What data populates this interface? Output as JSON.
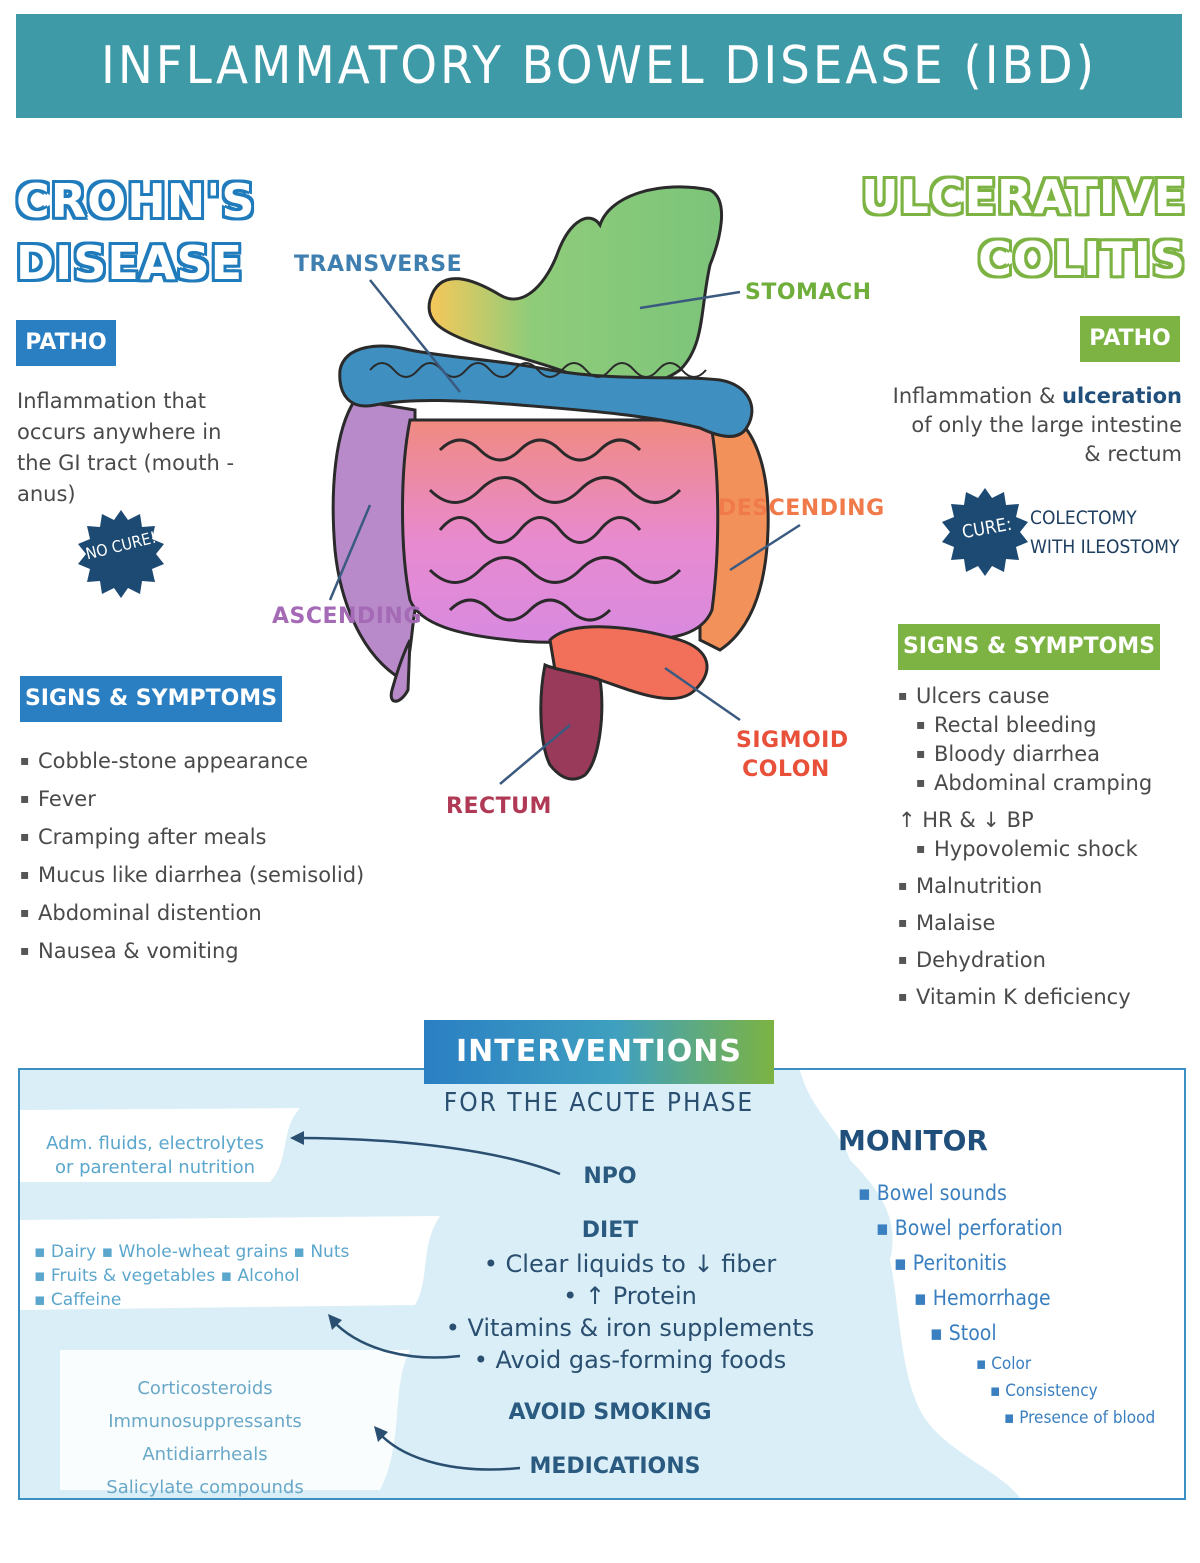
{
  "header": {
    "title": "INFLAMMATORY BOWEL DISEASE (IBD)"
  },
  "crohns": {
    "title_line1": "CROHN'S",
    "title_line2": "DISEASE",
    "patho_tag": "PATHO",
    "patho_text": [
      "Inflammation that",
      "occurs anywhere in",
      "the GI tract (mouth -",
      "anus)"
    ],
    "cure_badge": "NO CURE!",
    "signs_tag": "SIGNS & SYMPTOMS",
    "signs": [
      "Cobble-stone appearance",
      "Fever",
      "Cramping after meals",
      "Mucus like diarrhea (semisolid)",
      "Abdominal distention",
      "Nausea & vomiting"
    ]
  },
  "uc": {
    "title_line1": "ULCERATIVE",
    "title_line2": "COLITIS",
    "patho_tag": "PATHO",
    "patho_line1_pre": "Inflammation & ",
    "patho_line1_bold": "ulceration",
    "patho_line2": "of only the large intestine",
    "patho_line3": "& rectum",
    "cure_badge": "CURE:",
    "cure_line1": "COLECTOMY",
    "cure_line2": "WITH ILEOSTOMY",
    "signs_tag": "SIGNS & SYMPTOMS",
    "signs": [
      {
        "text": "Ulcers cause",
        "level": 0
      },
      {
        "text": "Rectal bleeding",
        "level": 1
      },
      {
        "text": "Bloody diarrhea",
        "level": 1
      },
      {
        "text": "Abdominal cramping",
        "level": 1
      },
      {
        "text": "↑ HR & ↓ BP",
        "level": 0,
        "nobullet": true
      },
      {
        "text": "Hypovolemic shock",
        "level": 1
      },
      {
        "text": "Malnutrition",
        "level": 0
      },
      {
        "text": "Malaise",
        "level": 0
      },
      {
        "text": "Dehydration",
        "level": 0
      },
      {
        "text": "Vitamin K deficiency",
        "level": 0
      }
    ]
  },
  "diagram": {
    "transverse": "TRANSVERSE",
    "stomach": "STOMACH",
    "descending": "DESCENDING",
    "ascending": "ASCENDING",
    "sigmoid_1": "SIGMOID",
    "sigmoid_2": "COLON",
    "rectum": "RECTUM"
  },
  "interventions": {
    "title": "INTERVENTIONS",
    "subtitle": "FOR THE ACUTE PHASE",
    "npo": "NPO",
    "npo_note_1": "Adm. fluids, electrolytes",
    "npo_note_2": "or parenteral nutrition",
    "diet": "DIET",
    "diet_items": [
      "• Clear liquids to ↓ fiber",
      "• ↑ Protein",
      "• Vitamins & iron supplements",
      "• Avoid gas-forming foods"
    ],
    "avoid_foods_1": "▪ Dairy  ▪ Whole-wheat grains  ▪ Nuts",
    "avoid_foods_2": "▪ Fruits & vegetables  ▪ Alcohol",
    "avoid_foods_3": "▪ Caffeine",
    "avoid_smoking": "AVOID SMOKING",
    "medications": "MEDICATIONS",
    "meds": [
      "Corticosteroids",
      "Immunosuppressants",
      "Antidiarrheals",
      "Salicylate compounds"
    ],
    "monitor_title": "MONITOR",
    "monitor": [
      {
        "text": "▪ Bowel sounds",
        "indent": 0,
        "size": 21
      },
      {
        "text": "▪ Bowel perforation",
        "indent": 18,
        "size": 21
      },
      {
        "text": "▪ Peritonitis",
        "indent": 36,
        "size": 21
      },
      {
        "text": "▪ Hemorrhage",
        "indent": 56,
        "size": 21
      },
      {
        "text": "▪ Stool",
        "indent": 72,
        "size": 21
      },
      {
        "text": "▪ Color",
        "indent": 118,
        "size": 17
      },
      {
        "text": "▪ Consistency",
        "indent": 132,
        "size": 17
      },
      {
        "text": "▪ Presence of blood",
        "indent": 146,
        "size": 17
      }
    ]
  },
  "colors": {
    "teal": "#3f9aa8",
    "blue": "#2a7fc3",
    "green": "#7cb342",
    "navy": "#1f4f7a"
  }
}
